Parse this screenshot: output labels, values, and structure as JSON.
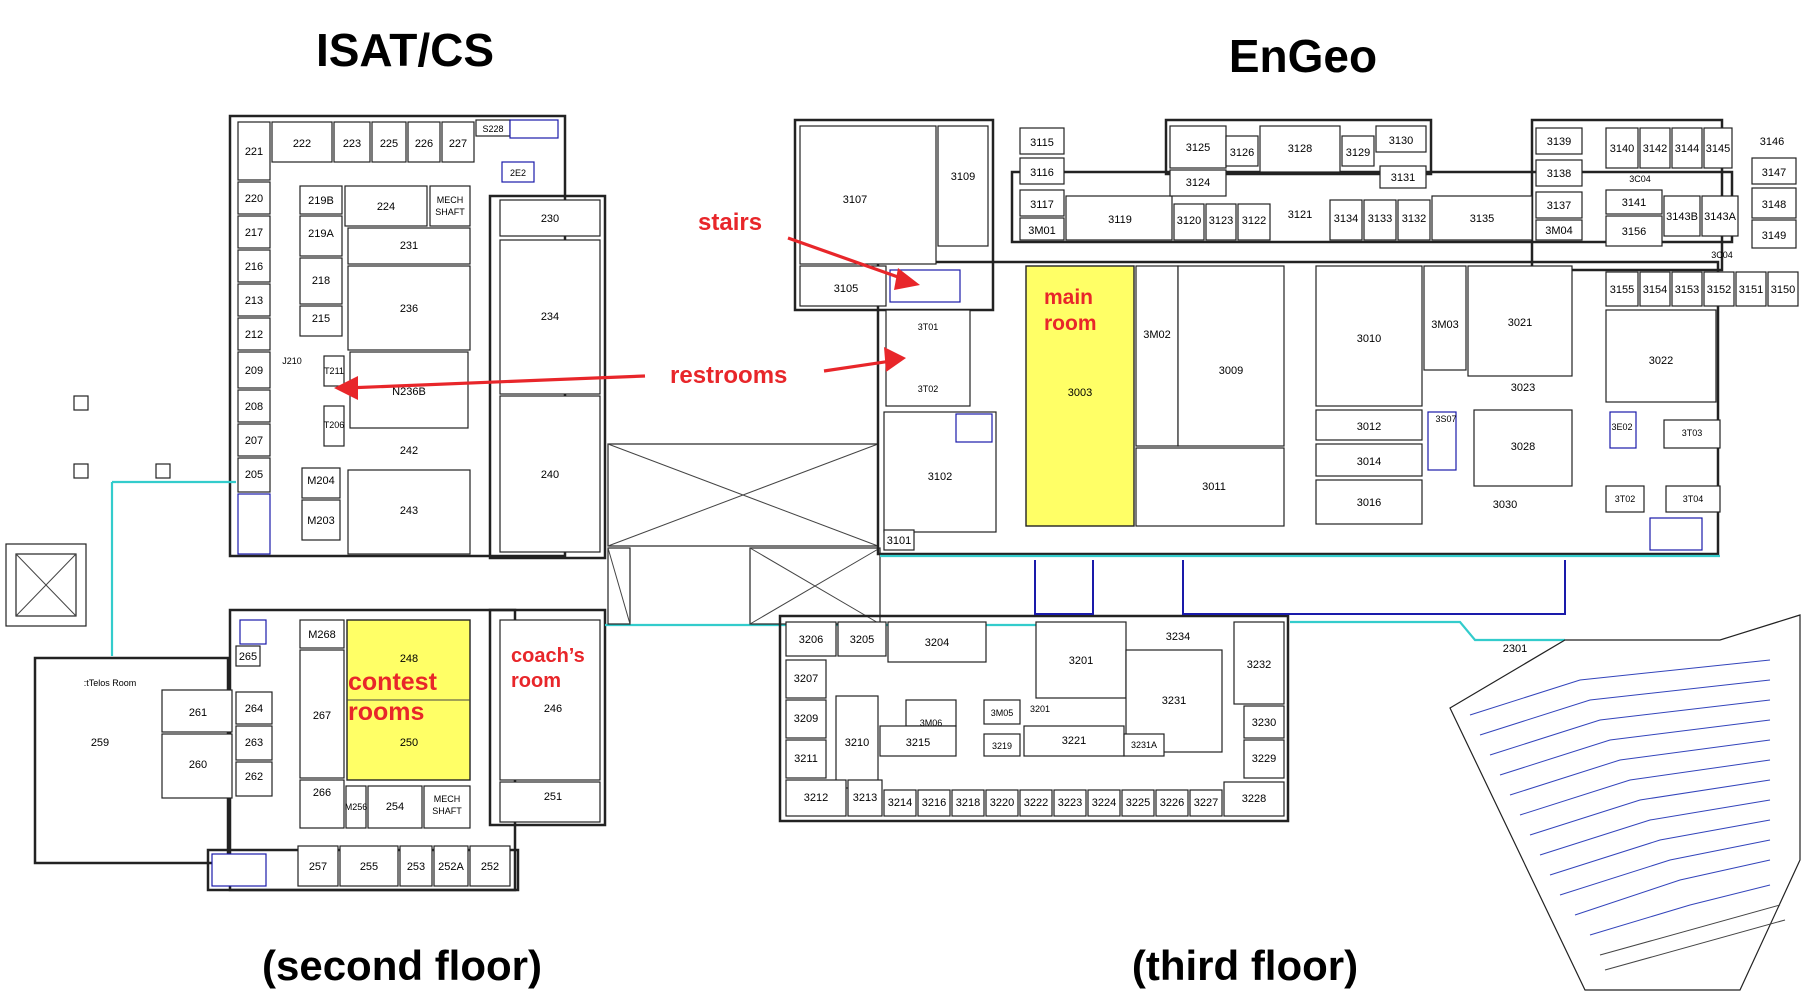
{
  "buildings": {
    "left": {
      "name": "ISAT/CS",
      "floor": "(second floor)"
    },
    "right": {
      "name": "EnGeo",
      "floor": "(third floor)"
    }
  },
  "annotations": {
    "stairs": "stairs",
    "restrooms": "restrooms",
    "main_room_1": "main",
    "main_room_2": "room",
    "contest_1": "contest",
    "contest_2": "rooms",
    "coach_1": "coach’s",
    "coach_2": "room"
  },
  "colors": {
    "highlight": "#ffff66",
    "annotation": "#e8262a",
    "corridor": "#33cccc",
    "stairs": "#1a1aaa"
  },
  "rooms_isat": {
    "r221": "221",
    "r222": "222",
    "r223": "223",
    "r225": "225",
    "r226": "226",
    "r227": "227",
    "rS228": "S228",
    "r2E2": "2E2",
    "r220": "220",
    "r217": "217",
    "r216": "216",
    "r213": "213",
    "r212": "212",
    "r209": "209",
    "r208": "208",
    "r207": "207",
    "r205": "205",
    "r219B": "219B",
    "r224": "224",
    "mech1a": "MECH",
    "mech1b": "SHAFT",
    "r219A": "219A",
    "r231": "231",
    "r218": "218",
    "r236": "236",
    "r215": "215",
    "r230": "230",
    "r234": "234",
    "rJ210": "J210",
    "rT211": "T211",
    "rT206": "T206",
    "rN236B": "N236B",
    "r242": "242",
    "r240": "240",
    "rM204": "M204",
    "r243": "243",
    "rM203": "M203",
    "rM268": "M268",
    "r248": "248",
    "r265": "265",
    "r267": "267",
    "r250": "250",
    "r246": "246",
    "r266": "266",
    "rM256": "M256",
    "r254": "254",
    "mech2a": "MECH",
    "mech2b": "SHAFT",
    "r251": "251",
    "r257": "257",
    "r255": "255",
    "r253": "253",
    "r252A": "252A",
    "r252": "252",
    "telos": ":tTelos Room",
    "r259": "259",
    "r261": "261",
    "r264": "264",
    "r263": "263",
    "r260": "260",
    "r262": "262"
  },
  "rooms_engeo": {
    "r3107": "3107",
    "r3109": "3109",
    "r3115": "3115",
    "r3116": "3116",
    "r3117": "3117",
    "r3M01": "3M01",
    "r3119": "3119",
    "r3125": "3125",
    "r3126": "3126",
    "r3128": "3128",
    "r3129": "3129",
    "r3130": "3130",
    "r3124": "3124",
    "r3131": "3131",
    "r3120": "3120",
    "r3123": "3123",
    "r3122": "3122",
    "r3121": "3121",
    "r3134": "3134",
    "r3133": "3133",
    "r3132": "3132",
    "r3135": "3135",
    "r3139": "3139",
    "r3138": "3138",
    "r3137": "3137",
    "r3M04": "3M04",
    "r3140": "3140",
    "r3142": "3142",
    "r3144": "3144",
    "r3145": "3145",
    "r3146": "3146",
    "r3C04a": "3C04",
    "r3147": "3147",
    "r3141": "3141",
    "r3143B": "3143B",
    "r3143A": "3143A",
    "r3148": "3148",
    "r3156": "3156",
    "r3149": "3149",
    "r3C04b": "3C04",
    "r3105": "3105",
    "r3T01": "3T01",
    "r3T02": "3T02",
    "r3102": "3102",
    "r3101": "3101",
    "r3003": "3003",
    "r3M02": "3M02",
    "r3009": "3009",
    "r3011": "3011",
    "r3010": "3010",
    "r3M03": "3M03",
    "r3021": "3021",
    "r3023": "3023",
    "r3012": "3012",
    "r3014": "3014",
    "r3S07": "3S07",
    "r3028": "3028",
    "r3016": "3016",
    "r3030": "3030",
    "r3155": "3155",
    "r3154": "3154",
    "r3153": "3153",
    "r3152": "3152",
    "r3151": "3151",
    "r3150": "3150",
    "r3022": "3022",
    "r3E02": "3E02",
    "r3T03": "3T03",
    "r3T02b": "3T02",
    "r3T04": "3T04",
    "r3206": "3206",
    "r3205": "3205",
    "r3204": "3204",
    "r3234": "3234",
    "r3201": "3201",
    "r3232": "3232",
    "r3207": "3207",
    "r3M06": "3M06",
    "r3M05": "3M05",
    "r3201b": "3201",
    "r3231": "3231",
    "r3209": "3209",
    "r3230": "3230",
    "r3210": "3210",
    "r3215": "3215",
    "r3219": "3219",
    "r3221": "3221",
    "r3231A": "3231A",
    "r3211": "3211",
    "r3229": "3229",
    "r3212": "3212",
    "r3213": "3213",
    "r3214": "3214",
    "r3216": "3216",
    "r3218": "3218",
    "r3220": "3220",
    "r3222": "3222",
    "r3223": "3223",
    "r3224": "3224",
    "r3225": "3225",
    "r3226": "3226",
    "r3227": "3227",
    "r3228": "3228",
    "r2301": "2301"
  }
}
